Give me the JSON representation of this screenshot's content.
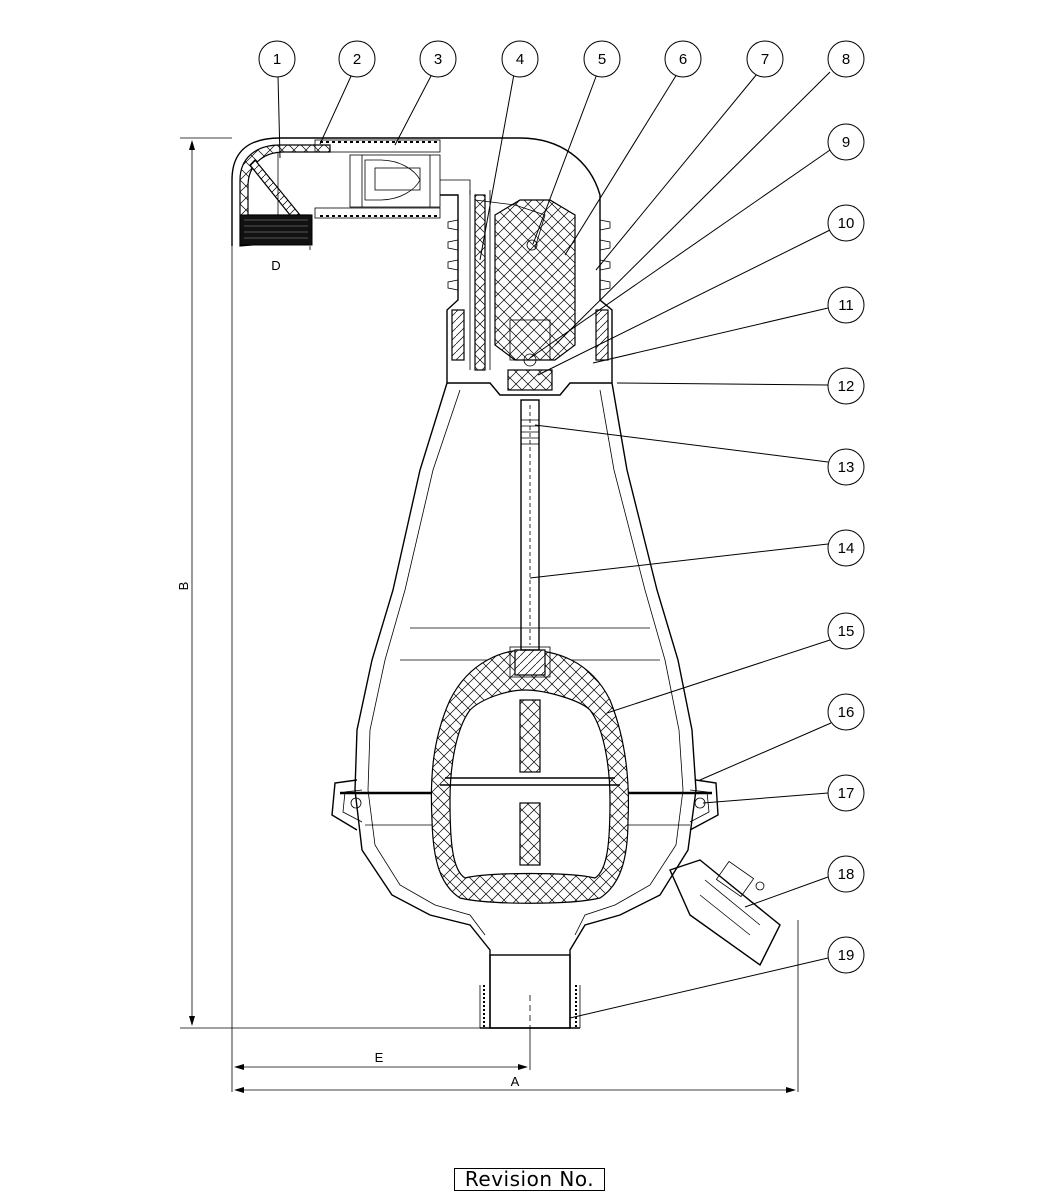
{
  "balloons": [
    "1",
    "2",
    "3",
    "4",
    "5",
    "6",
    "7",
    "8",
    "9",
    "10",
    "11",
    "12",
    "13",
    "14",
    "15",
    "16",
    "17",
    "18",
    "19"
  ],
  "dimensions": {
    "A": "A",
    "B": "B",
    "D": "D",
    "E": "E"
  },
  "revision_label": "Revision No."
}
